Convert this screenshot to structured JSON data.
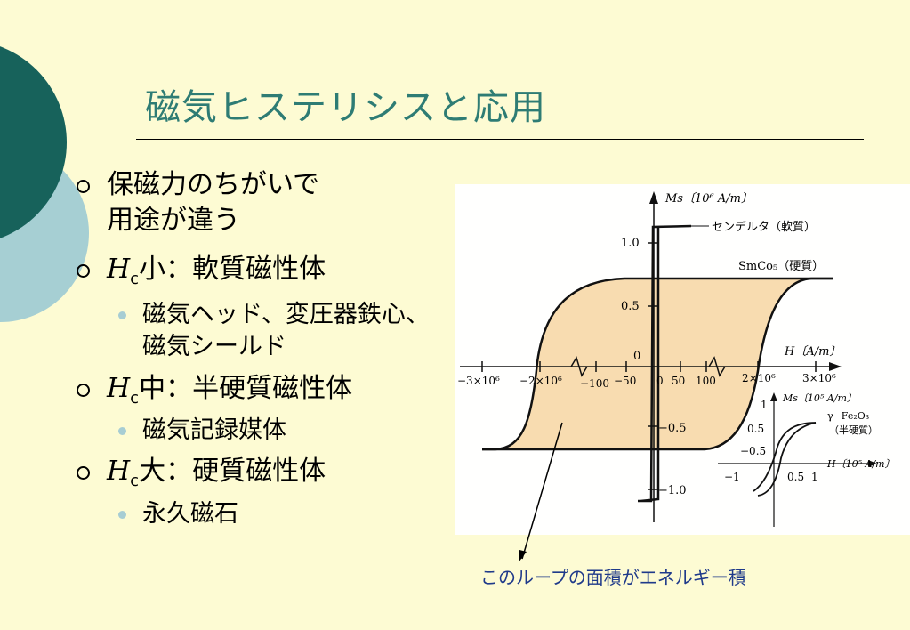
{
  "slide": {
    "title": "磁気ヒステリシスと応用",
    "bullets": [
      {
        "lines": [
          "保磁力のちがいで",
          "用途が違う"
        ]
      },
      {
        "hc": "H",
        "sub": "c",
        "text": "小：軟質磁性体"
      },
      {
        "hc": "H",
        "sub": "c",
        "text": "中：半硬質磁性体"
      },
      {
        "hc": "H",
        "sub": "c",
        "text": "大：硬質磁性体"
      }
    ],
    "subbullets": [
      {
        "lines": [
          "磁気ヘッド、変圧器鉄心、",
          "磁気シールド"
        ]
      },
      {
        "lines": [
          "磁気記録媒体"
        ]
      },
      {
        "lines": [
          "永久磁石"
        ]
      }
    ],
    "caption": "このループの面積がエネルギー積"
  },
  "figure": {
    "main_axis": {
      "y_label": "Ms〔10⁶ A/m〕",
      "x_label": "H〔A/m〕",
      "y_ticks": [
        "1.0",
        "0.5",
        "0",
        "−0.5",
        "−1.0"
      ],
      "x_ticks": [
        "−3×10⁶",
        "−2×10⁶",
        "−100",
        "−50",
        "0",
        "50",
        "100",
        "2×10⁶",
        "3×10⁶"
      ]
    },
    "curves": [
      {
        "name": "センデルタ（軟質）"
      },
      {
        "name": "SmCo₅（硬質）"
      }
    ],
    "inset": {
      "y_label": "Ms〔10⁵ A/m〕",
      "x_label": "H〔10⁵ A/m〕",
      "y_ticks": [
        "1",
        "0.5",
        "−0.5"
      ],
      "x_ticks": [
        "−1",
        "0.5",
        "1"
      ],
      "curve_name": "γ−Fe₂O₃",
      "curve_note": "（半硬質）"
    }
  },
  "colors": {
    "background": "#fdfbd3",
    "title": "#2e7c74",
    "circle_dark": "#17625b",
    "circle_light": "#a6cfd3",
    "loop_fill": "#f8dcb0",
    "caption": "#1f3a8a"
  }
}
